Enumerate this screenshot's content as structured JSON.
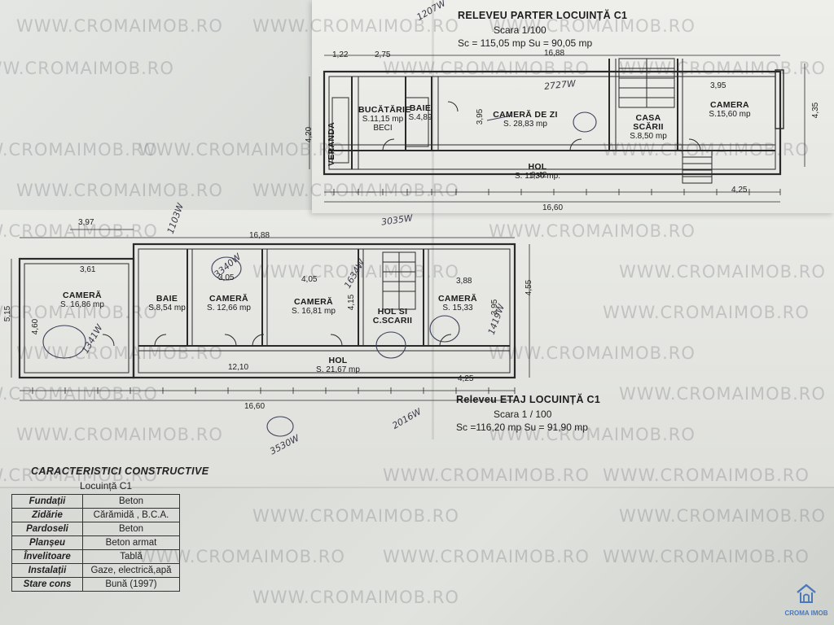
{
  "watermark": "WWW.CROMAIMOB.RO",
  "ground_floor": {
    "title": "RELEVEU PARTER LOCUINȚĂ C1",
    "scale": "Scara 1/100",
    "areas": "Sc = 115,05 mp   Su = 90,05 mp",
    "rooms": [
      {
        "name": "BUCĂTĂRIE",
        "area": "S.11,15 mp",
        "extra": "BECI"
      },
      {
        "name": "BAIE",
        "area": "S.4,89",
        "extra": ""
      },
      {
        "name": "CAMERĂ DE ZI",
        "area": "S. 28,83 mp",
        "extra": ""
      },
      {
        "name": "CASA SCĂRII",
        "area": "S.8,50 mp",
        "extra": ""
      },
      {
        "name": "CAMERA",
        "area": "S.15,60 mp",
        "extra": ""
      },
      {
        "name": "HOL",
        "area": "S. 11,30 mp.",
        "extra": ""
      },
      {
        "name": "VERANDA",
        "area": "",
        "extra": ""
      }
    ],
    "dims": {
      "top": "16,88",
      "bottom": "16,60",
      "right": "4,35",
      "left": "4,20",
      "left2": "2,75",
      "left3": "1,22",
      "room1": "3,95",
      "room2": "3,95",
      "hol": "9,42",
      "step": "4,25"
    }
  },
  "upper_floor": {
    "title": "Releveu ETAJ LOCUINȚĂ C1",
    "scale": "Scara 1 / 100",
    "areas": "Sc =116,20 mp    Su = 91,90 mp",
    "rooms": [
      {
        "name": "CAMERĂ",
        "area": "S. 16,86 mp"
      },
      {
        "name": "BAIE",
        "area": "S.8,54 mp"
      },
      {
        "name": "CAMERĂ",
        "area": "S. 12,66 mp"
      },
      {
        "name": "CAMERĂ",
        "area": "S. 16,81 mp"
      },
      {
        "name": "HOL SI C.SCARII",
        "area": ""
      },
      {
        "name": "CAMERĂ",
        "area": "S. 15,33"
      },
      {
        "name": "HOL",
        "area": "S. 21,67 mp"
      }
    ],
    "dims": {
      "top": "16,88",
      "bottom": "16,60",
      "left_top": "3,97",
      "left_w": "3,61",
      "height": "5,15",
      "height2": "4,60",
      "r2": "3,05",
      "r3": "4,05",
      "r4": "3,88",
      "right_h": "4,55",
      "right_h2": "3,95",
      "hol": "12,10",
      "step": "4,25",
      "mid": "4,15"
    }
  },
  "handwritten": [
    "2727W",
    "3035W",
    "1103W",
    "3530W",
    "1634W",
    "1207W",
    "1341W",
    "1419W",
    "2016W",
    "3340W"
  ],
  "characteristics": {
    "title": "CARACTERISTICI CONSTRUCTIVE",
    "subtitle": "Locuință C1",
    "rows": [
      {
        "key": "Fundații",
        "value": "Beton"
      },
      {
        "key": "Zidărie",
        "value": "Cărămidă , B.C.A."
      },
      {
        "key": "Pardoseli",
        "value": "Beton"
      },
      {
        "key": "Planșeu",
        "value": "Beton armat"
      },
      {
        "key": "Învelitoare",
        "value": "Tablă"
      },
      {
        "key": "Instalații",
        "value": "Gaze, electrică,apă"
      },
      {
        "key": "Stare cons",
        "value": "Bună (1997)"
      }
    ]
  },
  "logo": {
    "text": "CROMA IMOB",
    "icon": "house-logo-icon",
    "color": "#4a78b8"
  }
}
